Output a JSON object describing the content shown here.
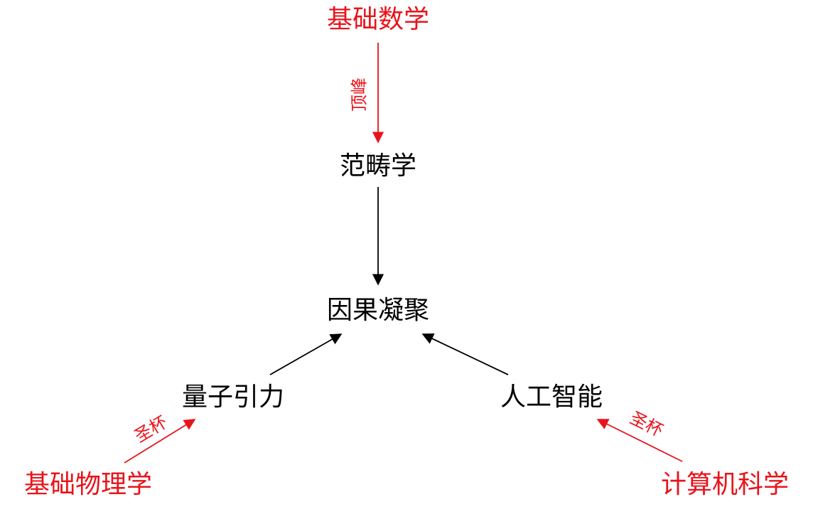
{
  "colors": {
    "primary": "#000000",
    "highlight": "#e8141b",
    "background": "#ffffff"
  },
  "nodes": {
    "basic_math": {
      "label": "基础数学",
      "emphasis": "red"
    },
    "category_theory": {
      "label": "范畴学",
      "emphasis": "black"
    },
    "causal_condensation": {
      "label": "因果凝聚",
      "emphasis": "black"
    },
    "quantum_gravity": {
      "label": "量子引力",
      "emphasis": "black"
    },
    "artificial_intelligence": {
      "label": "人工智能",
      "emphasis": "black"
    },
    "basic_physics": {
      "label": "基础物理学",
      "emphasis": "red"
    },
    "computer_science": {
      "label": "计算机科学",
      "emphasis": "red"
    }
  },
  "edges": {
    "math_to_category": {
      "from": "基础数学",
      "to": "范畴学",
      "label": "顶峰",
      "emphasis": "red"
    },
    "category_to_causal": {
      "from": "范畴学",
      "to": "因果凝聚",
      "label": "",
      "emphasis": "black"
    },
    "gravity_to_causal": {
      "from": "量子引力",
      "to": "因果凝聚",
      "label": "",
      "emphasis": "black"
    },
    "ai_to_causal": {
      "from": "人工智能",
      "to": "因果凝聚",
      "label": "",
      "emphasis": "black"
    },
    "physics_to_gravity": {
      "from": "基础物理学",
      "to": "量子引力",
      "label": "圣杯",
      "emphasis": "red"
    },
    "cs_to_ai": {
      "from": "计算机科学",
      "to": "人工智能",
      "label": "圣杯",
      "emphasis": "red"
    }
  }
}
